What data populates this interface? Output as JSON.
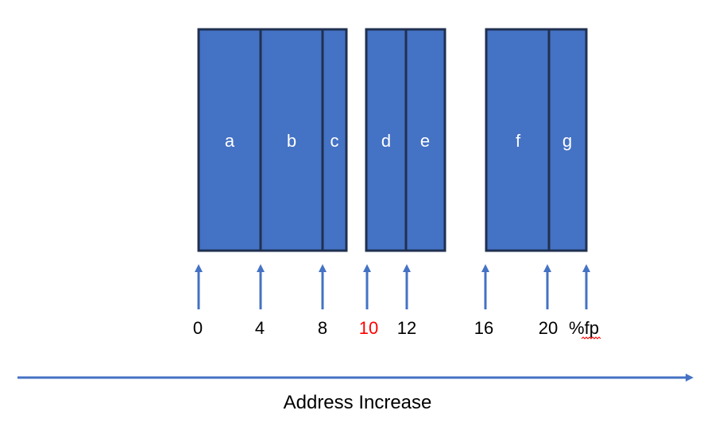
{
  "colors": {
    "block_fill": "#4472C4",
    "block_border": "#1F3050",
    "arrow": "#4472C4",
    "text": "#000000",
    "highlight": "#FF0000",
    "squiggle": "#FF0000"
  },
  "cells": [
    {
      "label": "a"
    },
    {
      "label": "b"
    },
    {
      "label": "c"
    },
    {
      "label": "d"
    },
    {
      "label": "e"
    },
    {
      "label": "f"
    },
    {
      "label": "g"
    }
  ],
  "addresses": [
    {
      "label": "0",
      "highlight": false
    },
    {
      "label": "4",
      "highlight": false
    },
    {
      "label": "8",
      "highlight": false
    },
    {
      "label": "10",
      "highlight": true
    },
    {
      "label": "12",
      "highlight": false
    },
    {
      "label": "16",
      "highlight": false
    },
    {
      "label": "20",
      "highlight": false
    },
    {
      "label": "%fp",
      "highlight": false
    }
  ],
  "axis": {
    "label": "Address Increase"
  }
}
